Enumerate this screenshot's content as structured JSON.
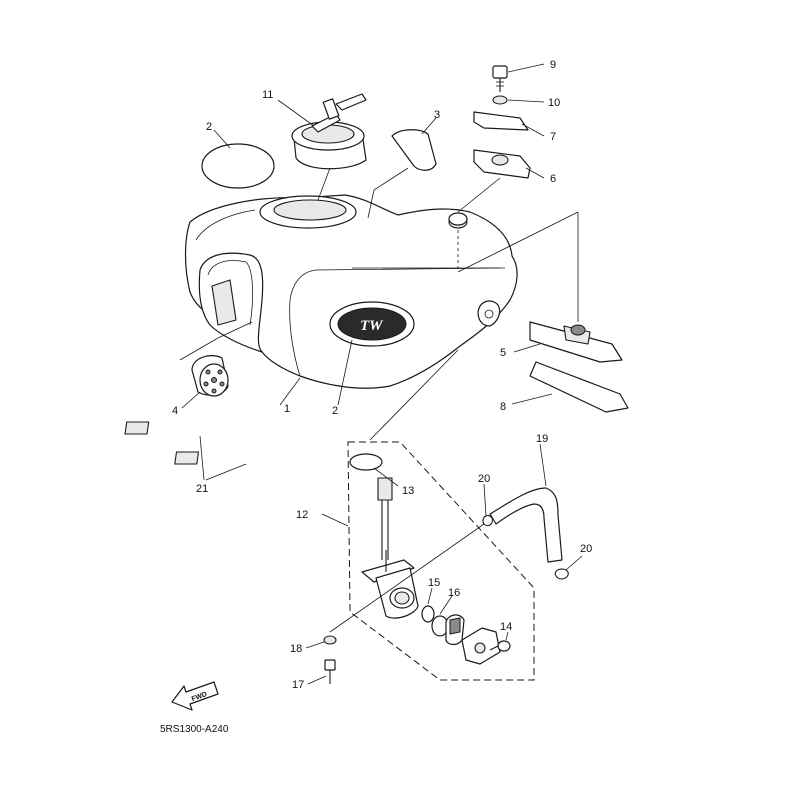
{
  "callouts": [
    "1",
    "2",
    "2",
    "3",
    "4",
    "5",
    "6",
    "7",
    "8",
    "9",
    "10",
    "11",
    "12",
    "13",
    "14",
    "15",
    "16",
    "17",
    "18",
    "19",
    "20",
    "20",
    "21"
  ],
  "fwd_label": "FWD",
  "emblem_text": "TW",
  "diagram_code": "5RS1300-A240"
}
